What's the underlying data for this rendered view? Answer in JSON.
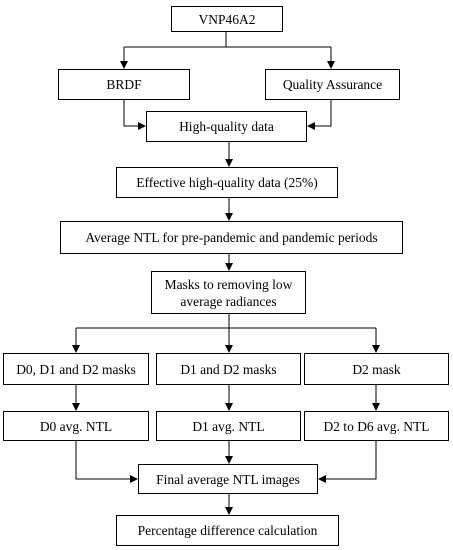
{
  "flowchart": {
    "nodes": {
      "vnp": "VNP46A2",
      "brdf": "BRDF",
      "qa": "Quality Assurance",
      "hq": "High-quality data",
      "effective": "Effective high-quality data (25%)",
      "avg_ntl": "Average NTL for pre-pandemic and pandemic periods",
      "masks_line1": "Masks to removing low",
      "masks_line2": "average radiances",
      "m_d0": "D0, D1 and D2 masks",
      "m_d1": "D1 and D2 masks",
      "m_d2": "D2 mask",
      "a_d0": "D0 avg. NTL",
      "a_d1": "D1 avg. NTL",
      "a_d2": "D2 to D6 avg. NTL",
      "final": "Final average NTL images",
      "pct": "Percentage difference calculation"
    },
    "edges": [
      [
        "vnp",
        "brdf"
      ],
      [
        "vnp",
        "qa"
      ],
      [
        "brdf",
        "hq"
      ],
      [
        "qa",
        "hq"
      ],
      [
        "hq",
        "effective"
      ],
      [
        "effective",
        "avg_ntl"
      ],
      [
        "avg_ntl",
        "masks"
      ],
      [
        "masks",
        "m_d0"
      ],
      [
        "masks",
        "m_d1"
      ],
      [
        "masks",
        "m_d2"
      ],
      [
        "m_d0",
        "a_d0"
      ],
      [
        "m_d1",
        "a_d1"
      ],
      [
        "m_d2",
        "a_d2"
      ],
      [
        "a_d0",
        "final"
      ],
      [
        "a_d1",
        "final"
      ],
      [
        "a_d2",
        "final"
      ],
      [
        "final",
        "pct"
      ]
    ]
  }
}
